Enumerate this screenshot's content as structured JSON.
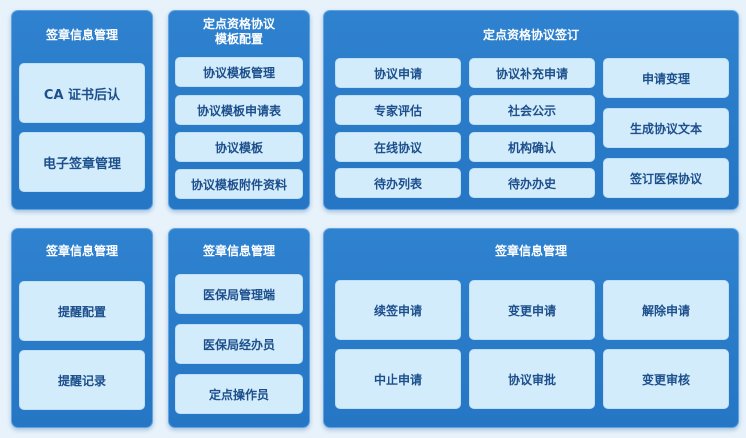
{
  "panel_a": {
    "title": "签章信息管理",
    "items": [
      "CA 证书后认",
      "电子签章管理"
    ]
  },
  "panel_b": {
    "title_line1": "定点资格协议",
    "title_line2": "模板配置",
    "items": [
      "协议模板管理",
      "协议模板申请表",
      "协议模板",
      "协议模板附件资料"
    ]
  },
  "panel_c": {
    "title": "定点资格协议签订",
    "items": [
      "协议申请",
      "协议补充申请",
      "申请变理",
      "专家评估",
      "社会公示",
      "生成协议文本",
      "在线协议",
      "机构确认",
      "签订医保协议",
      "待办列表",
      "待办办史"
    ]
  },
  "panel_d": {
    "title": "签章信息管理",
    "items": [
      "提醒配置",
      "提醒记录"
    ]
  },
  "panel_e": {
    "title": "签章信息管理",
    "items": [
      "医保局管理端",
      "医保局经办员",
      "定点操作员"
    ]
  },
  "panel_f": {
    "title": "签章信息管理",
    "items": [
      "续签申请",
      "变更申请",
      "解除申请",
      "中止申请",
      "协议审批",
      "变更审核"
    ]
  }
}
